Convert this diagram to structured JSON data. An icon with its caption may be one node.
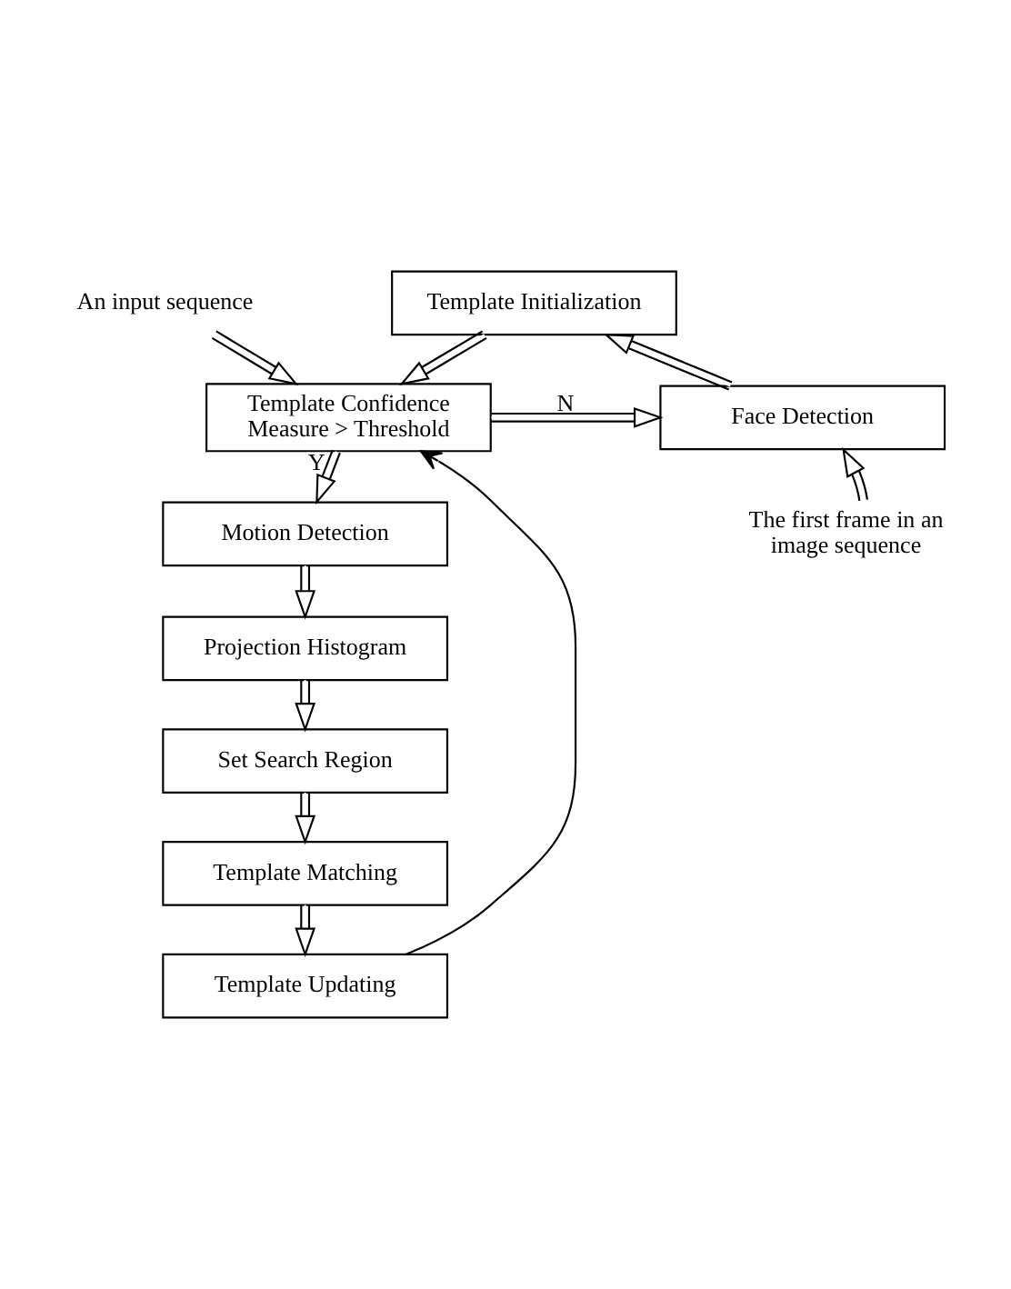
{
  "diagram": {
    "nodes": [
      {
        "text": [
          "An input sequence"
        ]
      },
      {
        "text": [
          "Template Confidence Measure > Threshold"
        ]
      },
      {
        "text": [
          "Motion Detection"
        ]
      },
      {
        "text": [
          "Projection Histogram"
        ]
      },
      {
        "text": [
          "Set Search Region"
        ]
      },
      {
        "text": [
          "Template Matching"
        ]
      },
      {
        "text": [
          "Template Updating"
        ]
      },
      {
        "text": [
          "Face Detection"
        ]
      },
      {
        "text": [
          "Template Initialization"
        ]
      },
      {
        "text": [
          "The first frame in an image sequence"
        ]
      }
    ],
    "edges": [
      {
        "from": 0,
        "to": 1,
        "arrow": "to"
      },
      {
        "from": 1,
        "to": 2,
        "arrow": "to",
        "label": "Y"
      },
      {
        "from": 2,
        "to": 3,
        "arrow": "to"
      },
      {
        "from": 3,
        "to": 4,
        "arrow": "to"
      },
      {
        "from": 4,
        "to": 5,
        "arrow": "to"
      },
      {
        "from": 5,
        "to": 6,
        "arrow": "to"
      },
      {
        "from": 1,
        "to": 7,
        "arrow": "to",
        "label": "N"
      },
      {
        "from": 9,
        "to": 7,
        "arrow": "to"
      },
      {
        "from": 7,
        "to": 8,
        "arrow": "to"
      },
      {
        "from": 8,
        "to": 1,
        "arrow": "to"
      },
      {
        "from": 6,
        "to": 1,
        "arrow": "to"
      }
    ]
  }
}
